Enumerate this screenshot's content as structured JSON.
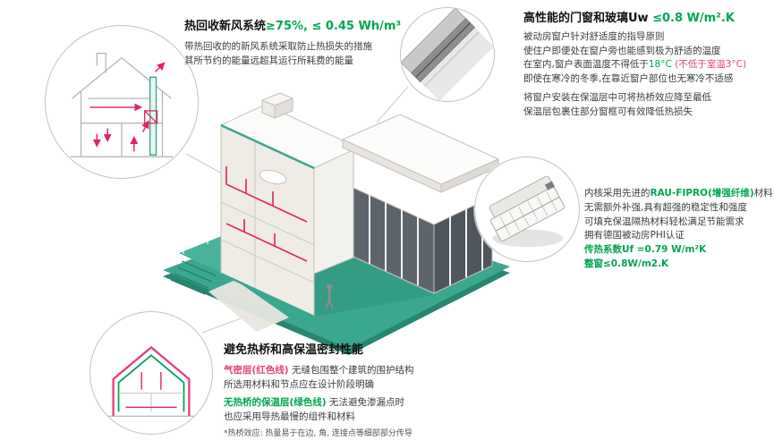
{
  "colors": {
    "highlight_green": "#00a651",
    "airtight_pink": "#e6417a",
    "duct_red": "#e0245e",
    "ground_teal": "#3aa78f"
  },
  "annotations": {
    "ventilation": {
      "title_black": "热回收新风系统",
      "title_value": "≥75%, ≤ 0.45 Wh/m³",
      "body": [
        "带热回收的的新风系统采取防止热损失的措施",
        "其所节约的能量远超其运行所耗费的能量"
      ]
    },
    "windows": {
      "title_black": "高性能的门窗和玻璃Uw",
      "title_value": " ≤0.8 W/m².K",
      "body_1": "被动房窗户针对舒适度的指导原则",
      "body_2": "使住户即便处在窗户旁也能感到极为舒适的温度",
      "body_3_pre": "在室内,窗户表面温度不得低于",
      "body_3_green": "18°C",
      "body_3_pink": " (不低于室温3°C)",
      "body_4": "即使在寒冷的冬季,在靠近窗户部位也无寒冷不适感",
      "body_5": "将窗户安装在保温层中可将热桥效应降至最低",
      "body_6": "保温层包裹住部分窗框可有效降低热损失"
    },
    "profile": {
      "line1_pre": "内核采用先进的",
      "line1_green": "RAU-FIPRO(增强纤维)",
      "line1_post": "材料",
      "body": [
        "无需额外补强,具有超强的稳定性和强度",
        "可填充保温隔热材料轻松满足节能需求",
        "拥有德国被动房PHI认证"
      ],
      "value_1": "传热系数Uf =0.79 W/m²K",
      "value_2": "整窗≤0.8W/m2.K"
    },
    "thermal": {
      "title": "避免热桥和高保温密封性能",
      "airtight_label": "气密层(红色线)",
      "airtight_text": " 无缝包围整个建筑的围护结构",
      "airtight_text2": "所选用材料和节点应在设计阶段明确",
      "insulation_label": "无热桥的保温层(绿色线)",
      "insulation_text": " 无法避免渗漏点时",
      "insulation_text2": "也应采用导热最慢的组件和材料",
      "footnote": "*热桥效应: 热量易于在边, 角, 连接点等细部部分传导"
    }
  }
}
